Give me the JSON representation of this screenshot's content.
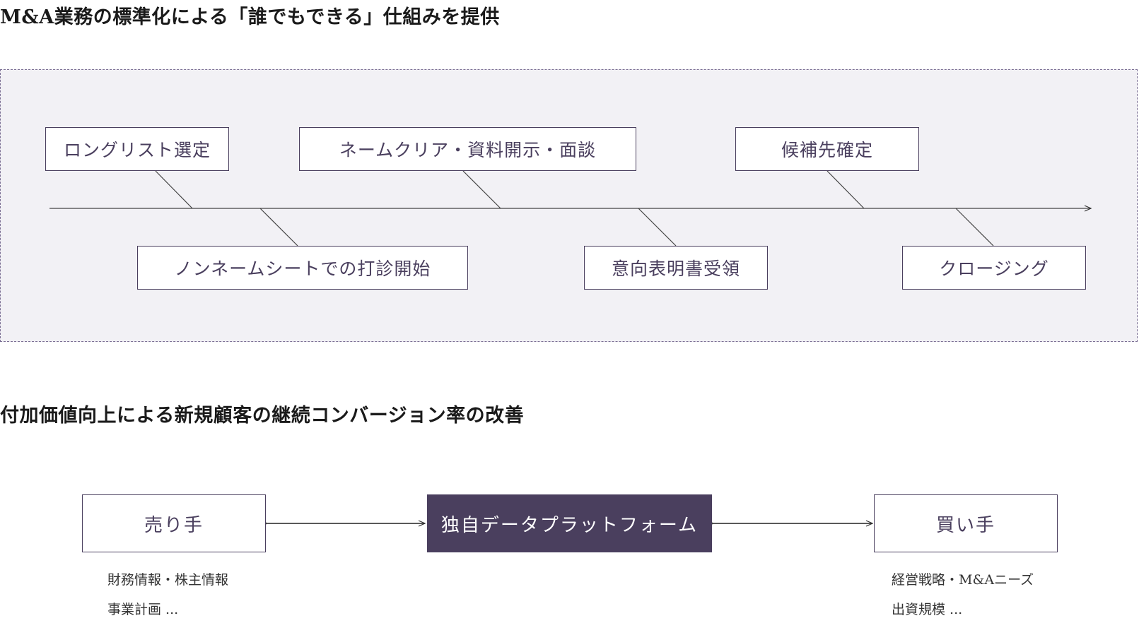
{
  "section1": {
    "title": "M&A業務の標準化による「誰でもできる」仕組みを提供",
    "steps_top": [
      "ロングリスト選定",
      "ネームクリア・資料開示・面談",
      "候補先確定"
    ],
    "steps_bottom": [
      "ノンネームシートでの打診開始",
      "意向表明書受領",
      "クロージング"
    ]
  },
  "section2": {
    "title": "付加価値向上による新規顧客の継続コンバージョン率の改善",
    "seller": {
      "label": "売り手",
      "notes": [
        "財務情報・株主情報",
        "事業計画 ..."
      ]
    },
    "platform": {
      "label": "独自データプラットフォーム"
    },
    "buyer": {
      "label": "買い手",
      "notes": [
        "経営戦略・M&Aニーズ",
        "出資規模 ..."
      ]
    }
  },
  "colors": {
    "accent": "#4a3f5e",
    "panel_background": "#f2f1f5",
    "panel_border": "#7b6f94"
  }
}
